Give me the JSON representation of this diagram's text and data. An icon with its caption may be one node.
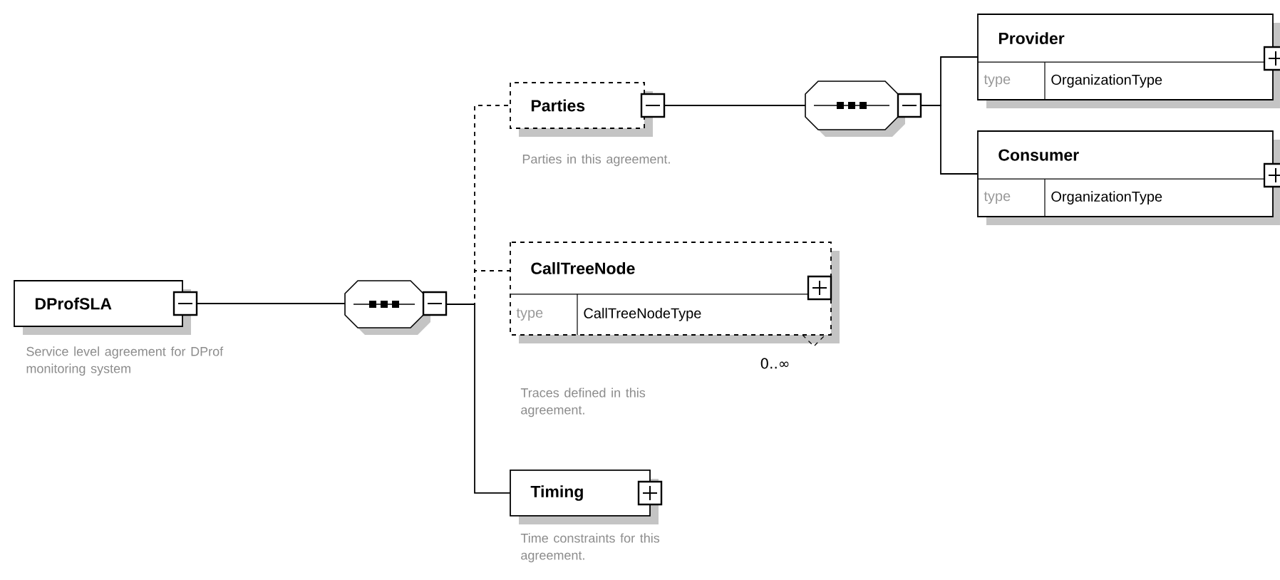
{
  "diagram": {
    "nodes": [
      {
        "text": [
          "DProfSLA"
        ],
        "beside": [
          "Service level agreement for DProf monitoring system"
        ]
      },
      {
        "text": [],
        "shape": "octagon"
      },
      {
        "text": [
          "Parties"
        ],
        "beside": [
          "Parties in this agreement."
        ]
      },
      {
        "text": [],
        "shape": "octagon"
      },
      {
        "text": [
          "Provider",
          "type",
          "OrganizationType"
        ]
      },
      {
        "text": [
          "Consumer",
          "type",
          "OrganizationType"
        ]
      },
      {
        "text": [
          "CallTreeNode",
          "type",
          "CallTreeNodeType"
        ],
        "beside": [
          "0..∞",
          "Traces defined in this agreement."
        ]
      },
      {
        "text": [
          "Timing"
        ],
        "beside": [
          "Time constraints for this agreement."
        ]
      }
    ],
    "edges": [
      {
        "from": 0,
        "to": 1,
        "arrow": "none"
      },
      {
        "from": 1,
        "to": 2,
        "arrow": "none",
        "style": "dashed"
      },
      {
        "from": 1,
        "to": 6,
        "arrow": "none",
        "style": "dashed"
      },
      {
        "from": 1,
        "to": 7,
        "arrow": "none"
      },
      {
        "from": 2,
        "to": 3,
        "arrow": "none"
      },
      {
        "from": 3,
        "to": 4,
        "arrow": "none"
      },
      {
        "from": 3,
        "to": 5,
        "arrow": "none"
      }
    ]
  }
}
